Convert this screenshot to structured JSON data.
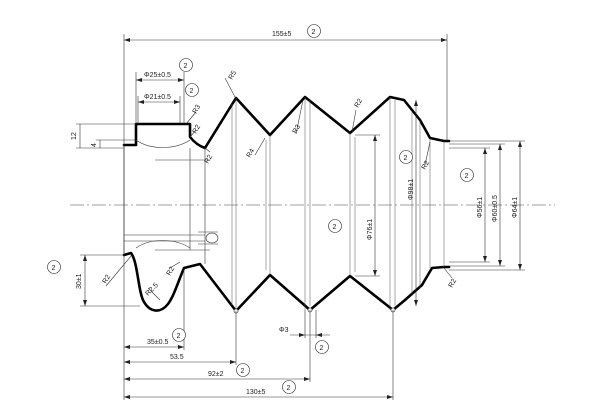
{
  "dimensions": {
    "overall_length": "155±5",
    "cuff_outer_dia": "Φ25±0.5",
    "cuff_inner_dia": "Φ21±0.5",
    "length_130": "130±5",
    "length_92": "92±2",
    "length_53": "53.5",
    "length_35": "35±0.5",
    "height_30": "30±1",
    "height_12": "12",
    "height_4": "4",
    "dia_98": "Φ98±1",
    "dia_76": "Φ76±1",
    "dia_56": "Φ56±1",
    "dia_60": "Φ60±0.5",
    "dia_64": "Φ64±1",
    "wall_3": "Φ3"
  },
  "radii": {
    "r5": "R5",
    "r3_a": "R3",
    "r2_a": "R2",
    "r2_b": "R2",
    "r2_c": "R2",
    "r4": "R4",
    "r3_b": "R3",
    "r2_d": "R2",
    "r2_e": "R2",
    "r2_f": "R2",
    "r2_g": "R2",
    "r25": "R2.5"
  },
  "markers": {
    "note": "2"
  }
}
